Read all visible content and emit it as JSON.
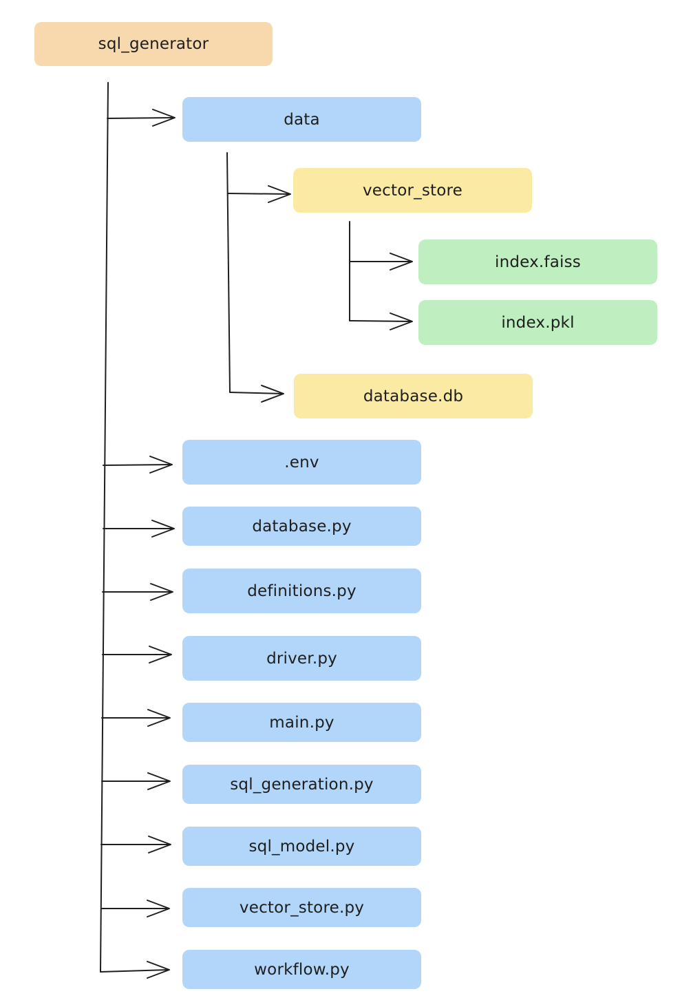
{
  "colors": {
    "root_fill": "#f8d9ae",
    "folder_fill": "#b2d6f9",
    "subfolder_fill": "#fbeaa3",
    "file_fill": "#bfeec0",
    "line": "#1e1e1e"
  },
  "nodes": {
    "root": "sql_generator",
    "data": "data",
    "vector_store": "vector_store",
    "index_faiss": "index.faiss",
    "index_pkl": "index.pkl",
    "database_db": "database.db",
    "env": ".env",
    "database_py": "database.py",
    "definitions_py": "definitions.py",
    "driver_py": "driver.py",
    "main_py": "main.py",
    "sql_generation_py": "sql_generation.py",
    "sql_model_py": "sql_model.py",
    "vector_store_py": "vector_store.py",
    "workflow_py": "workflow.py"
  }
}
